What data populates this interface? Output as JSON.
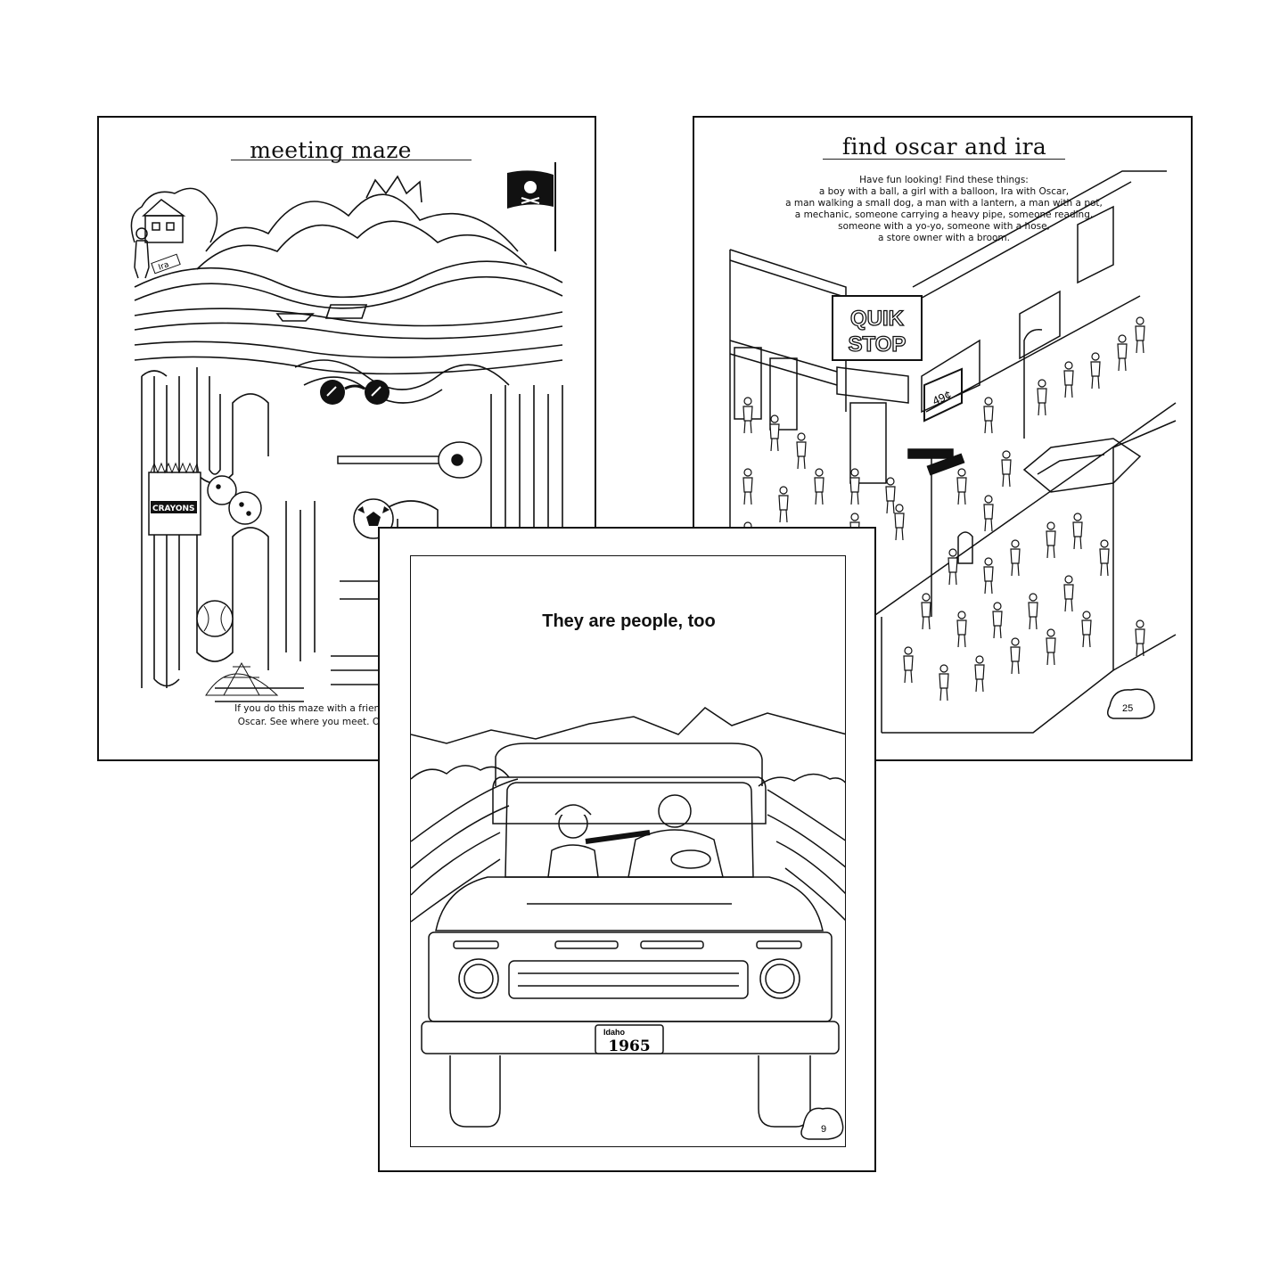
{
  "pages": {
    "maze": {
      "title": "meeting maze",
      "caption_line1": "If you do this maze with a friend, one of you star",
      "caption_line2": "Oscar. See where you meet. Or do it by yoursel",
      "labels": {
        "crayons": "CRAYONS",
        "ira_sign": "Ira"
      }
    },
    "find": {
      "title": "find oscar and ira",
      "instructions": [
        "Have fun looking! Find these things:",
        "a boy with a ball, a girl with a balloon, Ira with Oscar,",
        "a man walking a small dog, a man with a lantern, a man with a pot,",
        "a mechanic, someone carrying a heavy pipe, someone reading,",
        "someone with a yo-yo, someone with a hose,",
        "a store owner with a broom."
      ],
      "store_sign_line1": "QUIK",
      "store_sign_line2": "STOP",
      "price_sign": "49¢",
      "page_number": "25"
    },
    "people": {
      "title": "They are people, too",
      "plate_state": "Idaho",
      "plate_number": "1965",
      "page_number": "9"
    }
  }
}
